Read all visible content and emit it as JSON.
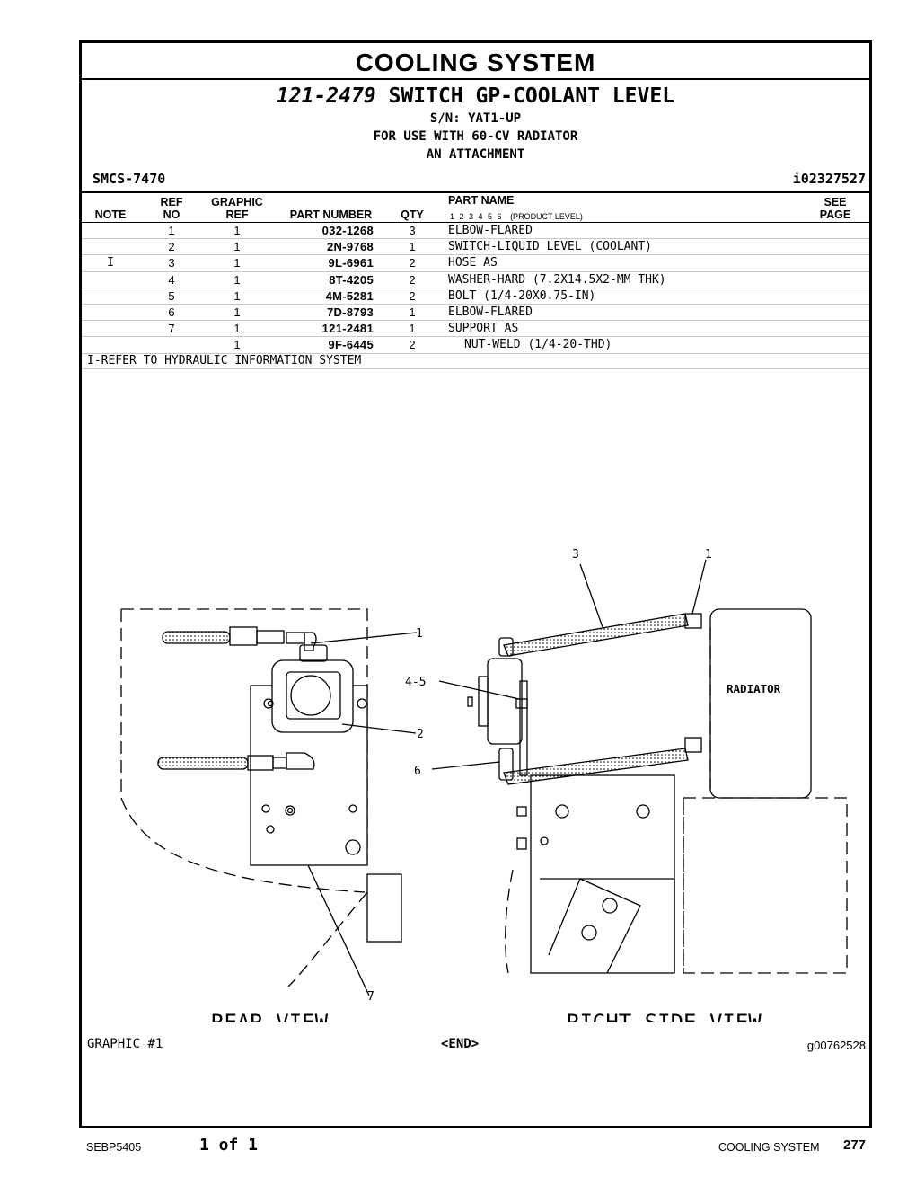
{
  "section_title": "COOLING SYSTEM",
  "group": {
    "number": "121-2479",
    "name": "SWITCH GP-COOLANT LEVEL",
    "sn": "S/N: YAT1-UP",
    "use": "FOR USE WITH 60-CV RADIATOR",
    "attachment": "AN ATTACHMENT",
    "smcs": "SMCS-7470",
    "illustration_id": "i02327527"
  },
  "headers": {
    "note": "NOTE",
    "ref_no": "REF\nNO",
    "graphic_ref": "GRAPHIC\nREF",
    "part_number": "PART NUMBER",
    "qty": "QTY",
    "part_name": "PART NAME",
    "levels": "1 2 3 4 5 6",
    "product_level": "(PRODUCT LEVEL)",
    "see_page": "SEE\nPAGE"
  },
  "parts": [
    {
      "note": "",
      "ref": "1",
      "graphic": "1",
      "part": "032-1268",
      "qty": "3",
      "name": "ELBOW-FLARED"
    },
    {
      "note": "",
      "ref": "2",
      "graphic": "1",
      "part": "2N-9768",
      "qty": "1",
      "name": "SWITCH-LIQUID LEVEL (COOLANT)"
    },
    {
      "note": "I",
      "ref": "3",
      "graphic": "1",
      "part": "9L-6961",
      "qty": "2",
      "name": "HOSE AS"
    },
    {
      "note": "",
      "ref": "4",
      "graphic": "1",
      "part": "8T-4205",
      "qty": "2",
      "name": "WASHER-HARD (7.2X14.5X2-MM THK)"
    },
    {
      "note": "",
      "ref": "5",
      "graphic": "1",
      "part": "4M-5281",
      "qty": "2",
      "name": "BOLT (1/4-20X0.75-IN)"
    },
    {
      "note": "",
      "ref": "6",
      "graphic": "1",
      "part": "7D-8793",
      "qty": "1",
      "name": "ELBOW-FLARED"
    },
    {
      "note": "",
      "ref": "7",
      "graphic": "1",
      "part": "121-2481",
      "qty": "1",
      "name": "SUPPORT AS"
    },
    {
      "note": "",
      "ref": "",
      "graphic": "1",
      "part": "9F-6445",
      "qty": "2",
      "name": "NUT-WELD (1/4-20-THD)"
    }
  ],
  "note_text": "I-REFER TO HYDRAULIC INFORMATION SYSTEM",
  "drawing": {
    "rear_view": "REAR VIEW",
    "right_side_view": "RIGHT SIDE VIEW",
    "radiator": "RADIATOR",
    "callouts": {
      "c1a": "1",
      "c2": "2",
      "c45": "4-5",
      "c6": "6",
      "c7": "7",
      "c3": "3",
      "c1b": "1"
    }
  },
  "graphic_no": "GRAPHIC #1",
  "end_mark": "<END>",
  "graphic_id": "g00762528",
  "footer": {
    "doc": "SEBP5405",
    "page": "1 of 1",
    "section": "COOLING SYSTEM",
    "page_number": "277"
  }
}
